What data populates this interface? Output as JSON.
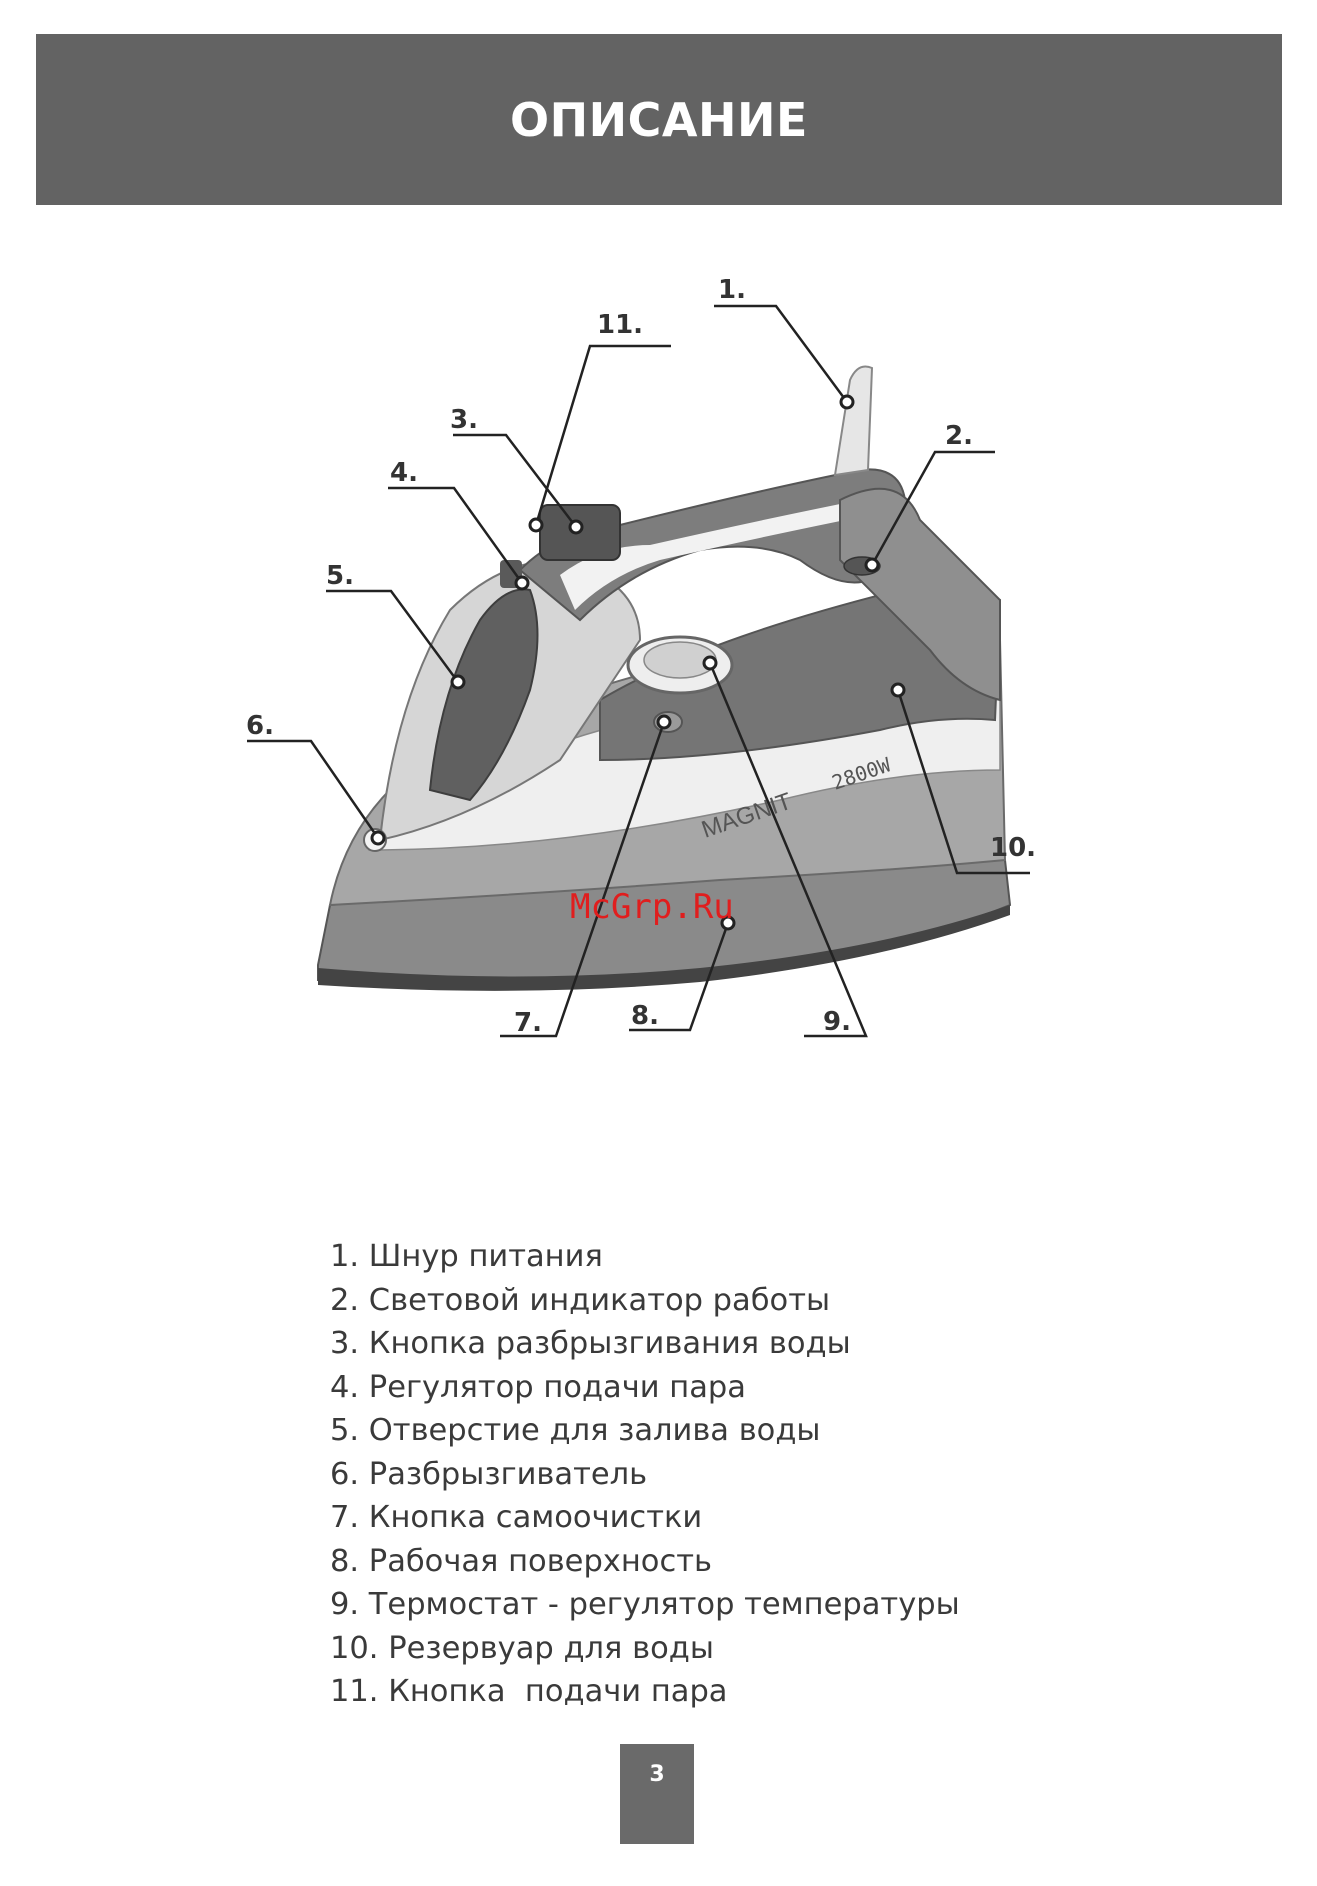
{
  "header": {
    "title": "ОПИСАНИЕ"
  },
  "figure": {
    "callouts": [
      "1.",
      "2.",
      "3.",
      "4.",
      "5.",
      "6.",
      "7.",
      "8.",
      "9.",
      "10.",
      "11."
    ],
    "brand": "MAGNIT",
    "power": "2800W",
    "watermark": "McGrp.Ru"
  },
  "parts": [
    "1. Шнур питания",
    "2. Световой индикатор работы",
    "3. Кнопка разбрызгивания воды",
    "4. Регулятор подачи пара",
    "5. Отверстие для залива воды",
    "6. Разбрызгиватель",
    "7. Кнопка самоочистки",
    "8. Рабочая поверхность",
    "9. Термостат - регулятор температуры",
    "10. Резервуар для воды",
    "11. Кнопка  подачи пара"
  ],
  "page_number": "3"
}
